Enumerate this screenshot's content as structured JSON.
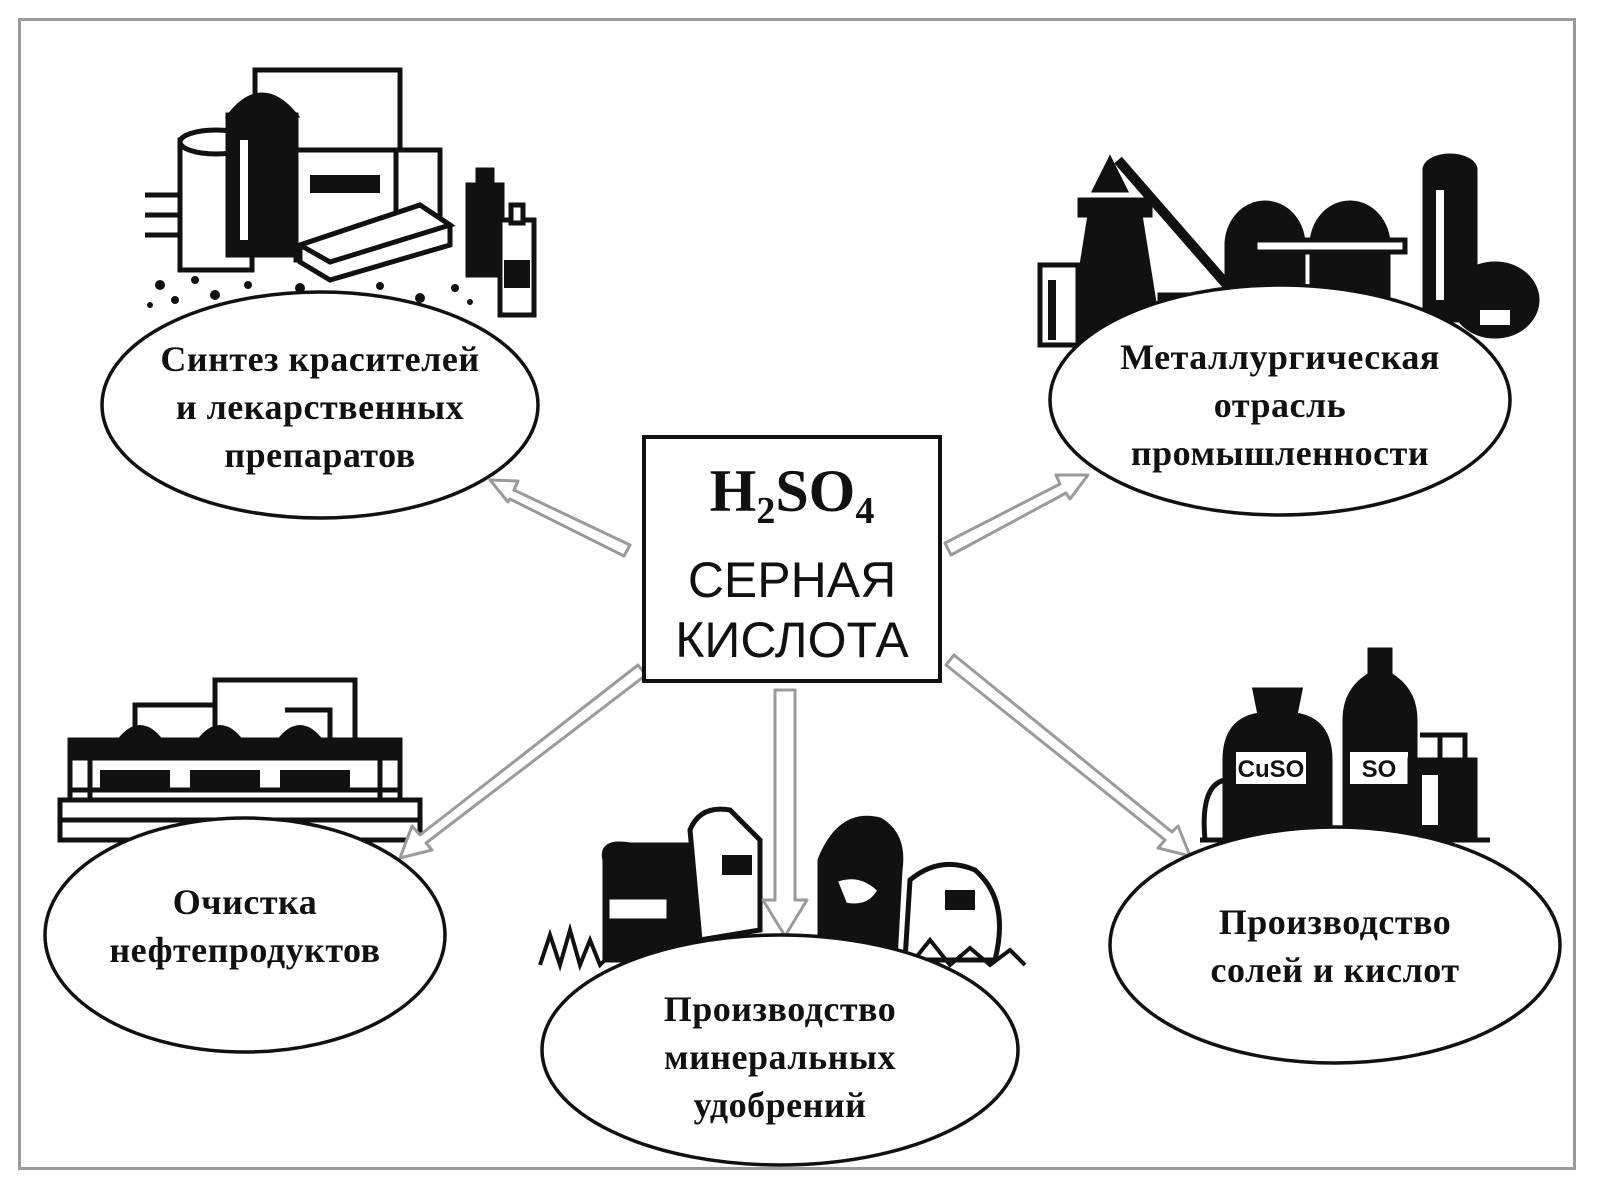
{
  "center": {
    "formula_parts": [
      "H",
      "2",
      "SO",
      "4"
    ],
    "line1": "СЕРНАЯ",
    "line2": "КИСЛОТА"
  },
  "nodes": [
    {
      "id": "dyes",
      "lines": [
        "Синтез красителей",
        "и лекарственных",
        "препаратов"
      ]
    },
    {
      "id": "metallurgy",
      "lines": [
        "Металлургическая",
        "отрасль",
        "промышленности"
      ]
    },
    {
      "id": "oil",
      "lines": [
        "Очистка",
        "нефтепродуктов"
      ]
    },
    {
      "id": "fertilizers",
      "lines": [
        "Производство",
        "минеральных",
        "удобрений"
      ]
    },
    {
      "id": "salts",
      "lines": [
        "Производство",
        "солей и кислот"
      ]
    }
  ],
  "illustrations": {
    "salts_labels": [
      "CuSO",
      "SO"
    ]
  }
}
